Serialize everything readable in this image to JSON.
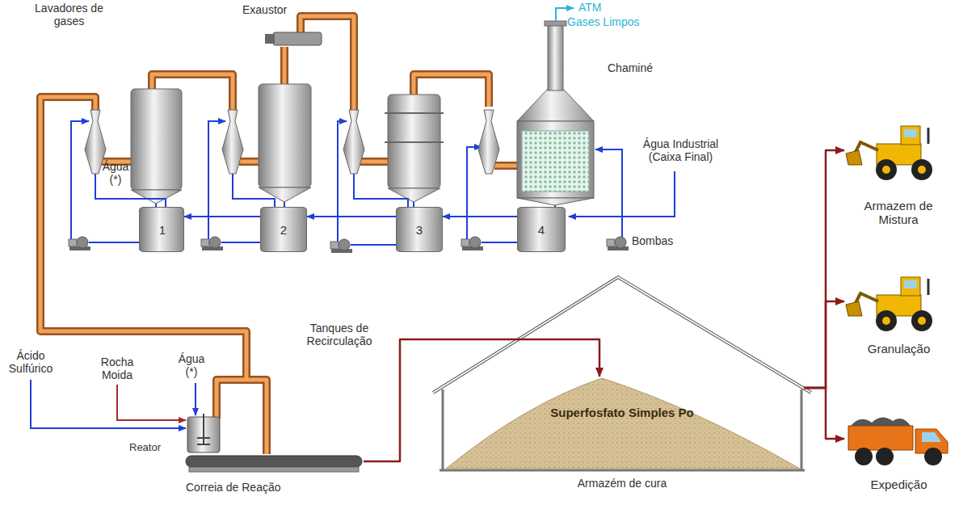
{
  "diagram": {
    "nodes": [
      {
        "text": [
          "1"
        ]
      },
      {
        "text": [
          "2"
        ]
      },
      {
        "text": [
          "3"
        ]
      },
      {
        "text": [
          "4"
        ]
      },
      {
        "text": [
          "Reator"
        ]
      },
      {
        "text": [
          "Correia de Reação"
        ]
      },
      {
        "text": [
          "Superfosfato Simples Po",
          "Armazém de cura"
        ]
      },
      {
        "text": [
          "Armazem de Mistura"
        ]
      },
      {
        "text": [
          "Granulação"
        ]
      },
      {
        "text": [
          "Expedição"
        ]
      }
    ],
    "edges": [
      {
        "from": 3,
        "to": 2,
        "arrow": "to"
      },
      {
        "from": 2,
        "to": 1,
        "arrow": "to"
      },
      {
        "from": 1,
        "to": 0,
        "arrow": "to"
      },
      {
        "from": 5,
        "to": 6,
        "arrow": "to"
      },
      {
        "from": 6,
        "to": 7,
        "arrow": "to"
      },
      {
        "from": 6,
        "to": 8,
        "arrow": "to"
      },
      {
        "from": 6,
        "to": 9,
        "arrow": "to"
      }
    ],
    "labels": [
      "Lavadores de gases",
      "Exaustor",
      "ATM",
      "Gases Limpos",
      "Chaminé",
      "Água Industrial (Caixa Final)",
      "Água (*)",
      "Água (*)",
      "Tanques de Recirculação",
      "Bombas",
      "Ácido Sulfúrico",
      "Rocha Moida"
    ]
  }
}
